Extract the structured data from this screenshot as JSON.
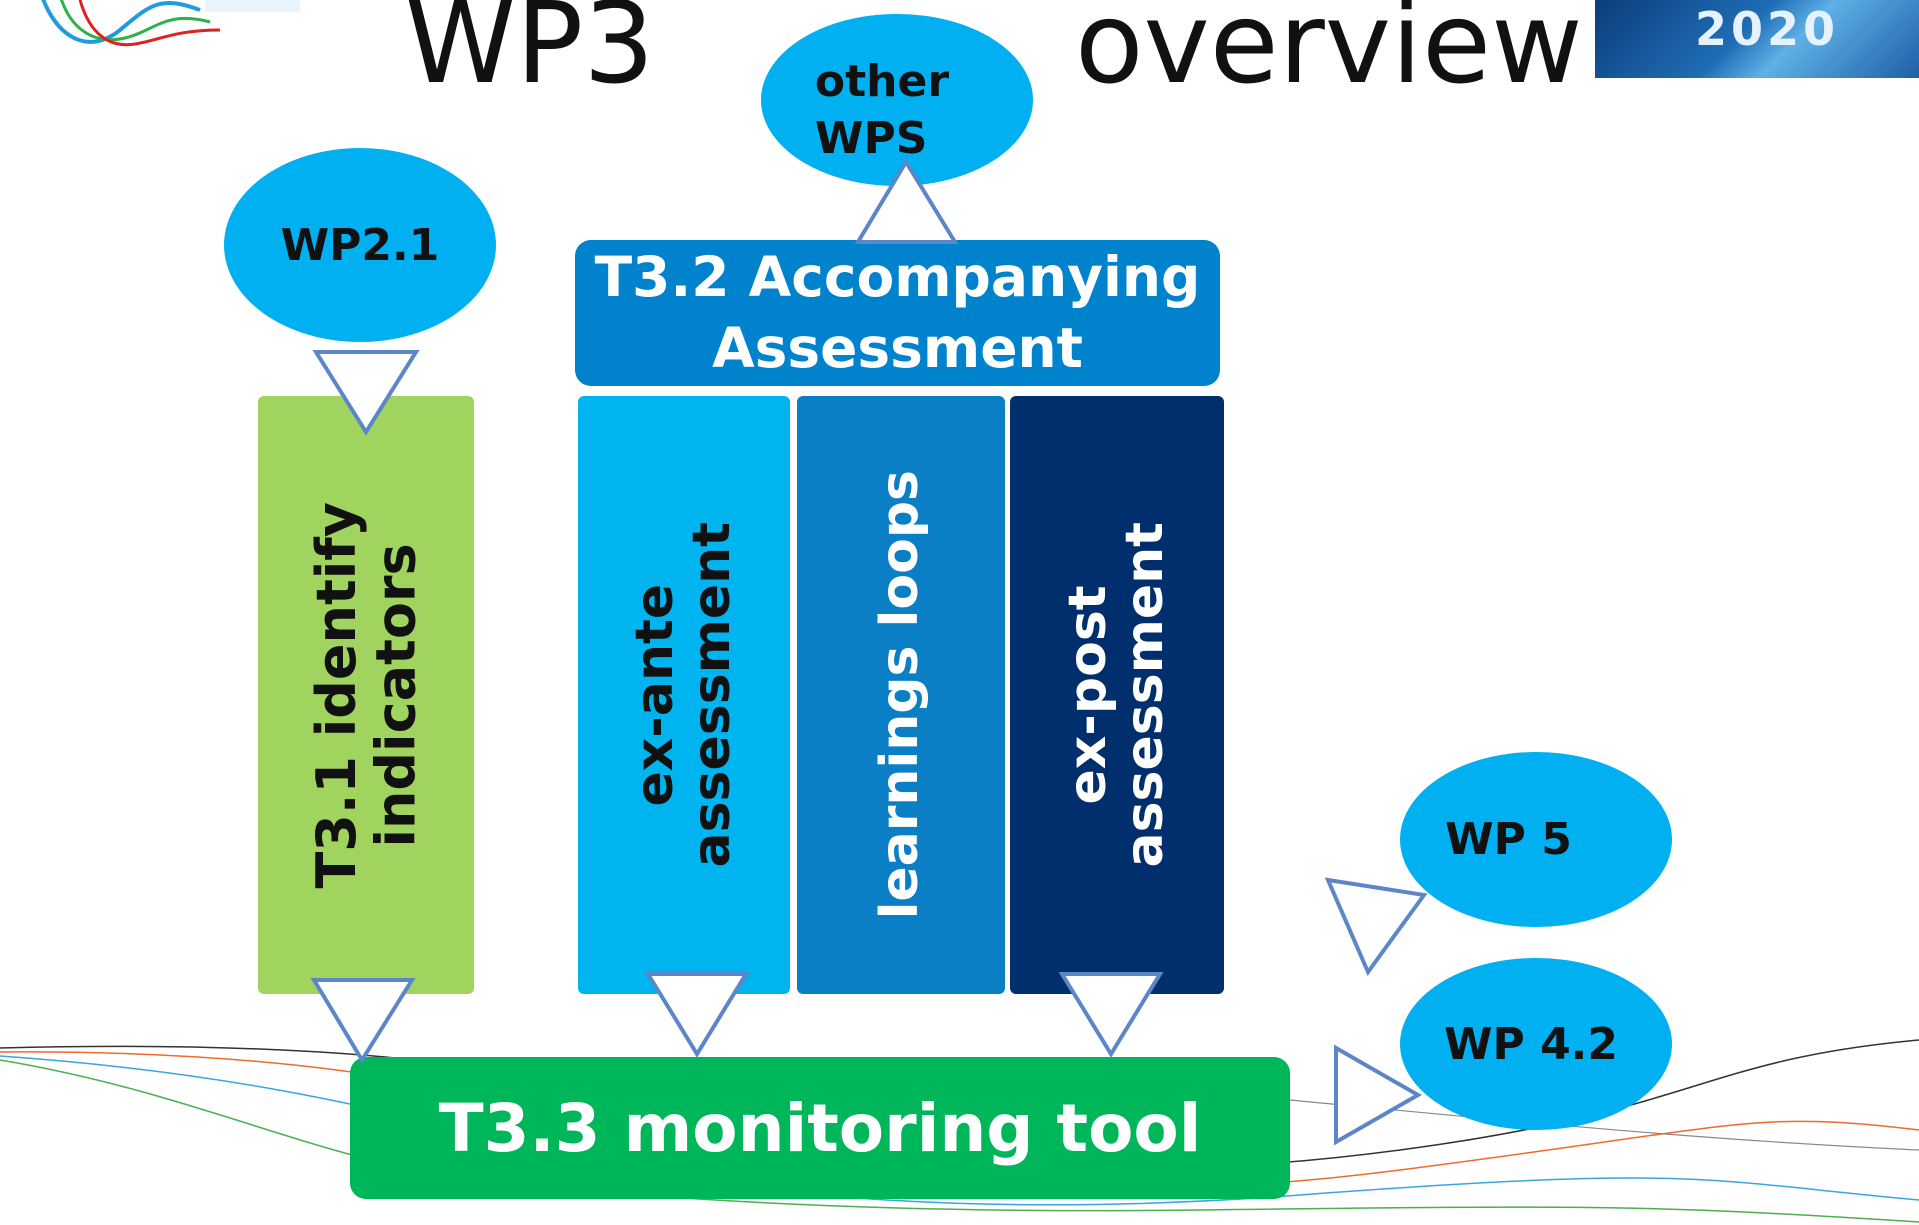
{
  "title": {
    "left": "WP3",
    "right": "overview"
  },
  "logo_right": {
    "year": "2020"
  },
  "inputs": {
    "other_wps": "other\nWPS",
    "wp21": "WP2.1",
    "wp5": "WP 5",
    "wp42": "WP 4.2"
  },
  "tasks": {
    "t31": "T3.1 identify\nindicators",
    "t32": "T3.2 Accompanying\nAssessment",
    "ex_ante": "ex-ante\nassessment",
    "learning": "learnings loops",
    "ex_post": "ex-post\nassessment",
    "t33": "T3.3 monitoring tool"
  },
  "colors": {
    "ellipse": "#00b0f0",
    "t31": "#a1d45f",
    "t32": "#0083cc",
    "ex_ante": "#00b5ef",
    "learning": "#0a7fc6",
    "ex_post": "#012f6e",
    "t33": "#00b65b",
    "arrow_stroke": "#5b86c7"
  }
}
